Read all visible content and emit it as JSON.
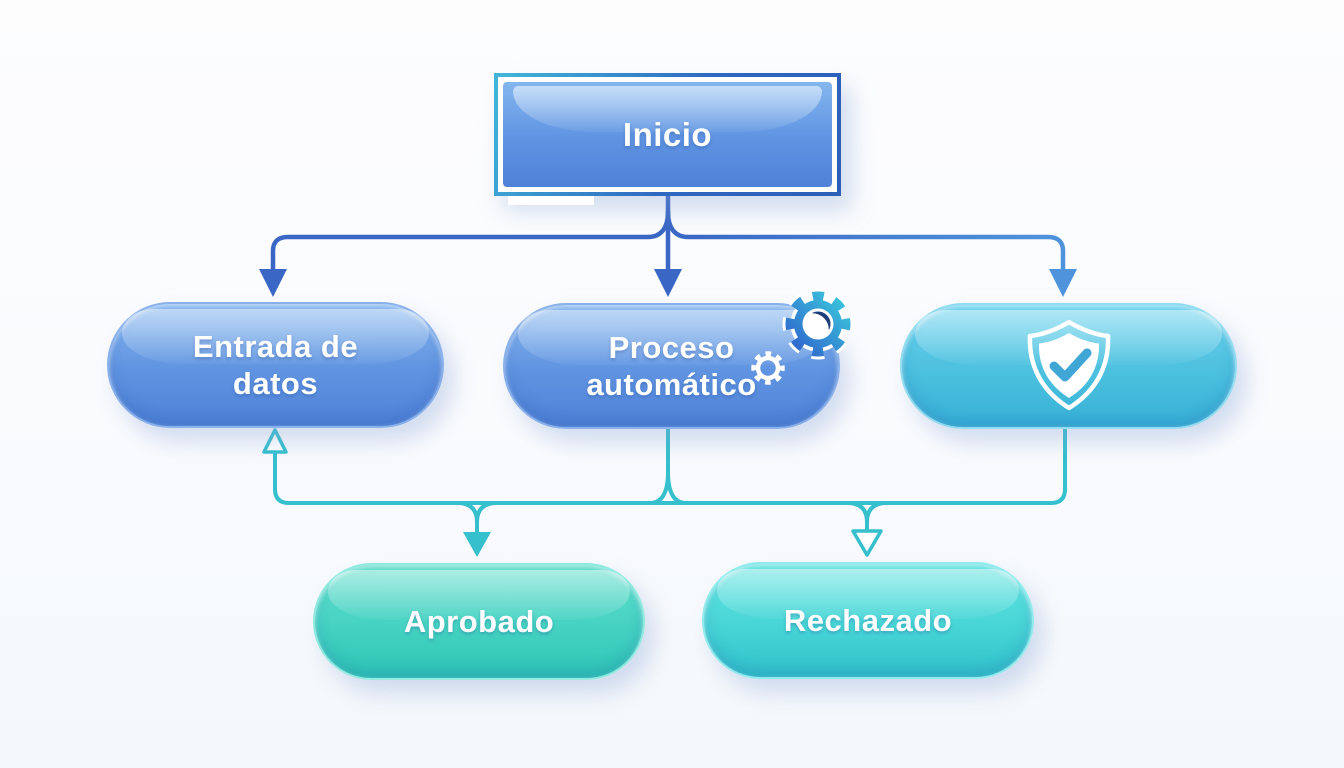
{
  "diagram": {
    "type": "flowchart",
    "language": "es",
    "nodes": {
      "inicio": {
        "label": "Inicio",
        "shape": "rectangle"
      },
      "entrada_datos": {
        "label": "Entrada de datos",
        "shape": "pill"
      },
      "proceso_automatico": {
        "label": "Proceso automático",
        "shape": "pill",
        "icons": [
          "gear-icon",
          "small-gear-icon"
        ]
      },
      "verificacion": {
        "label": "",
        "shape": "pill",
        "icons": [
          "shield-check-icon"
        ]
      },
      "aprobado": {
        "label": "Aprobado",
        "shape": "pill"
      },
      "rechazado": {
        "label": "Rechazado",
        "shape": "pill"
      }
    },
    "edges": [
      {
        "from": "inicio",
        "to": "entrada_datos",
        "style": "solid-arrow"
      },
      {
        "from": "inicio",
        "to": "proceso_automatico",
        "style": "solid-arrow"
      },
      {
        "from": "inicio",
        "to": "verificacion",
        "style": "solid-arrow"
      },
      {
        "from": "proceso_automatico",
        "to": "aprobado",
        "style": "solid-arrow"
      },
      {
        "from": "proceso_automatico",
        "to": "rechazado",
        "style": "open-arrow"
      },
      {
        "from": "verificacion",
        "to": "rechazado",
        "style": "open-arrow"
      },
      {
        "from": "proceso_automatico",
        "to": "entrada_datos",
        "style": "open-arrow-feedback"
      }
    ],
    "colors": {
      "connector_blue": "#3a67c5",
      "connector_blue_light": "#4f93dc",
      "connector_teal": "#36bfcd",
      "node_blue_top": "#84b6ee",
      "node_blue_bottom": "#4f82d8",
      "node_cyan_top": "#6ad2ee",
      "node_cyan_bottom": "#38b2d8",
      "node_teal_top": "#60ddcb",
      "node_teal_bottom": "#2ec6b5",
      "node_teal2_top": "#63e3e0",
      "node_teal2_bottom": "#31c3cb",
      "check_blue": "#3fa6d6",
      "gear_navy": "#1f3e7c",
      "text": "#ffffff"
    }
  }
}
